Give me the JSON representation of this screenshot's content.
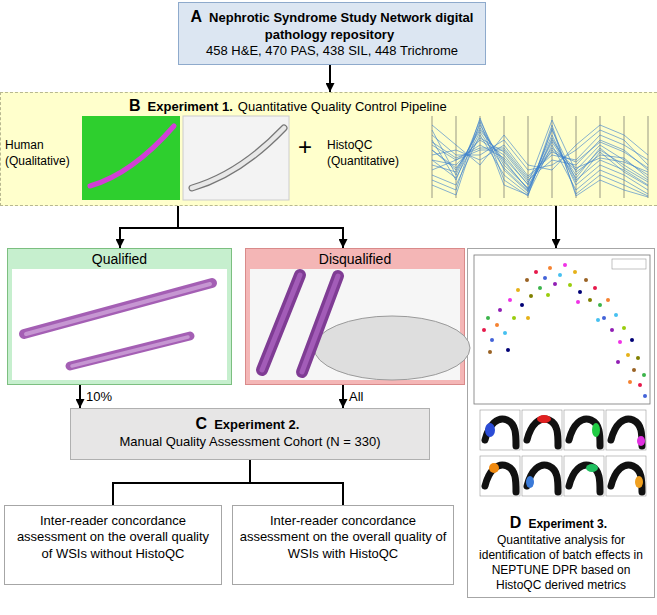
{
  "diagram": {
    "nodes": [
      {
        "text": [
          "A",
          "Nephrotic Syndrome Study Network digital pathology repository",
          "458 H&E, 470 PAS, 438 SIL, 448 Trichrome"
        ]
      },
      {
        "text": [
          "B",
          "Experiment 1.",
          "Quantitative Quality Control Pipeline",
          "Human (Qualitative)",
          "+",
          "HistoQC (Quantitative)"
        ]
      },
      {
        "text": [
          "Qualified"
        ]
      },
      {
        "text": [
          "Disqualified"
        ]
      },
      {
        "text": [
          "C",
          "Experiment 2.",
          "Manual Quality Assessment Cohort (N = 330)"
        ]
      },
      {
        "text": [
          "Inter-reader concordance assessment on the overall quality of WSIs without HistoQC"
        ]
      },
      {
        "text": [
          "Inter-reader concordance assessment on the overall quality of WSIs with HistoQC"
        ]
      },
      {
        "text": [
          "D",
          "Experiment 3.",
          "Quantitative analysis for identification of batch effects in NEPTUNE DPR based on HistoQC derived metrics"
        ]
      }
    ],
    "edges": [
      {
        "from": 0,
        "to": 1,
        "arrow": "to"
      },
      {
        "from": 1,
        "to": 2,
        "arrow": "to"
      },
      {
        "from": 1,
        "to": 3,
        "arrow": "to"
      },
      {
        "from": 1,
        "to": 7,
        "arrow": "to"
      },
      {
        "from": 2,
        "to": 4,
        "label": "10%",
        "arrow": "to"
      },
      {
        "from": 3,
        "to": 4,
        "label": "All",
        "arrow": "to"
      },
      {
        "from": 4,
        "to": 5,
        "arrow": "none"
      },
      {
        "from": 4,
        "to": 6,
        "arrow": "none"
      }
    ]
  }
}
